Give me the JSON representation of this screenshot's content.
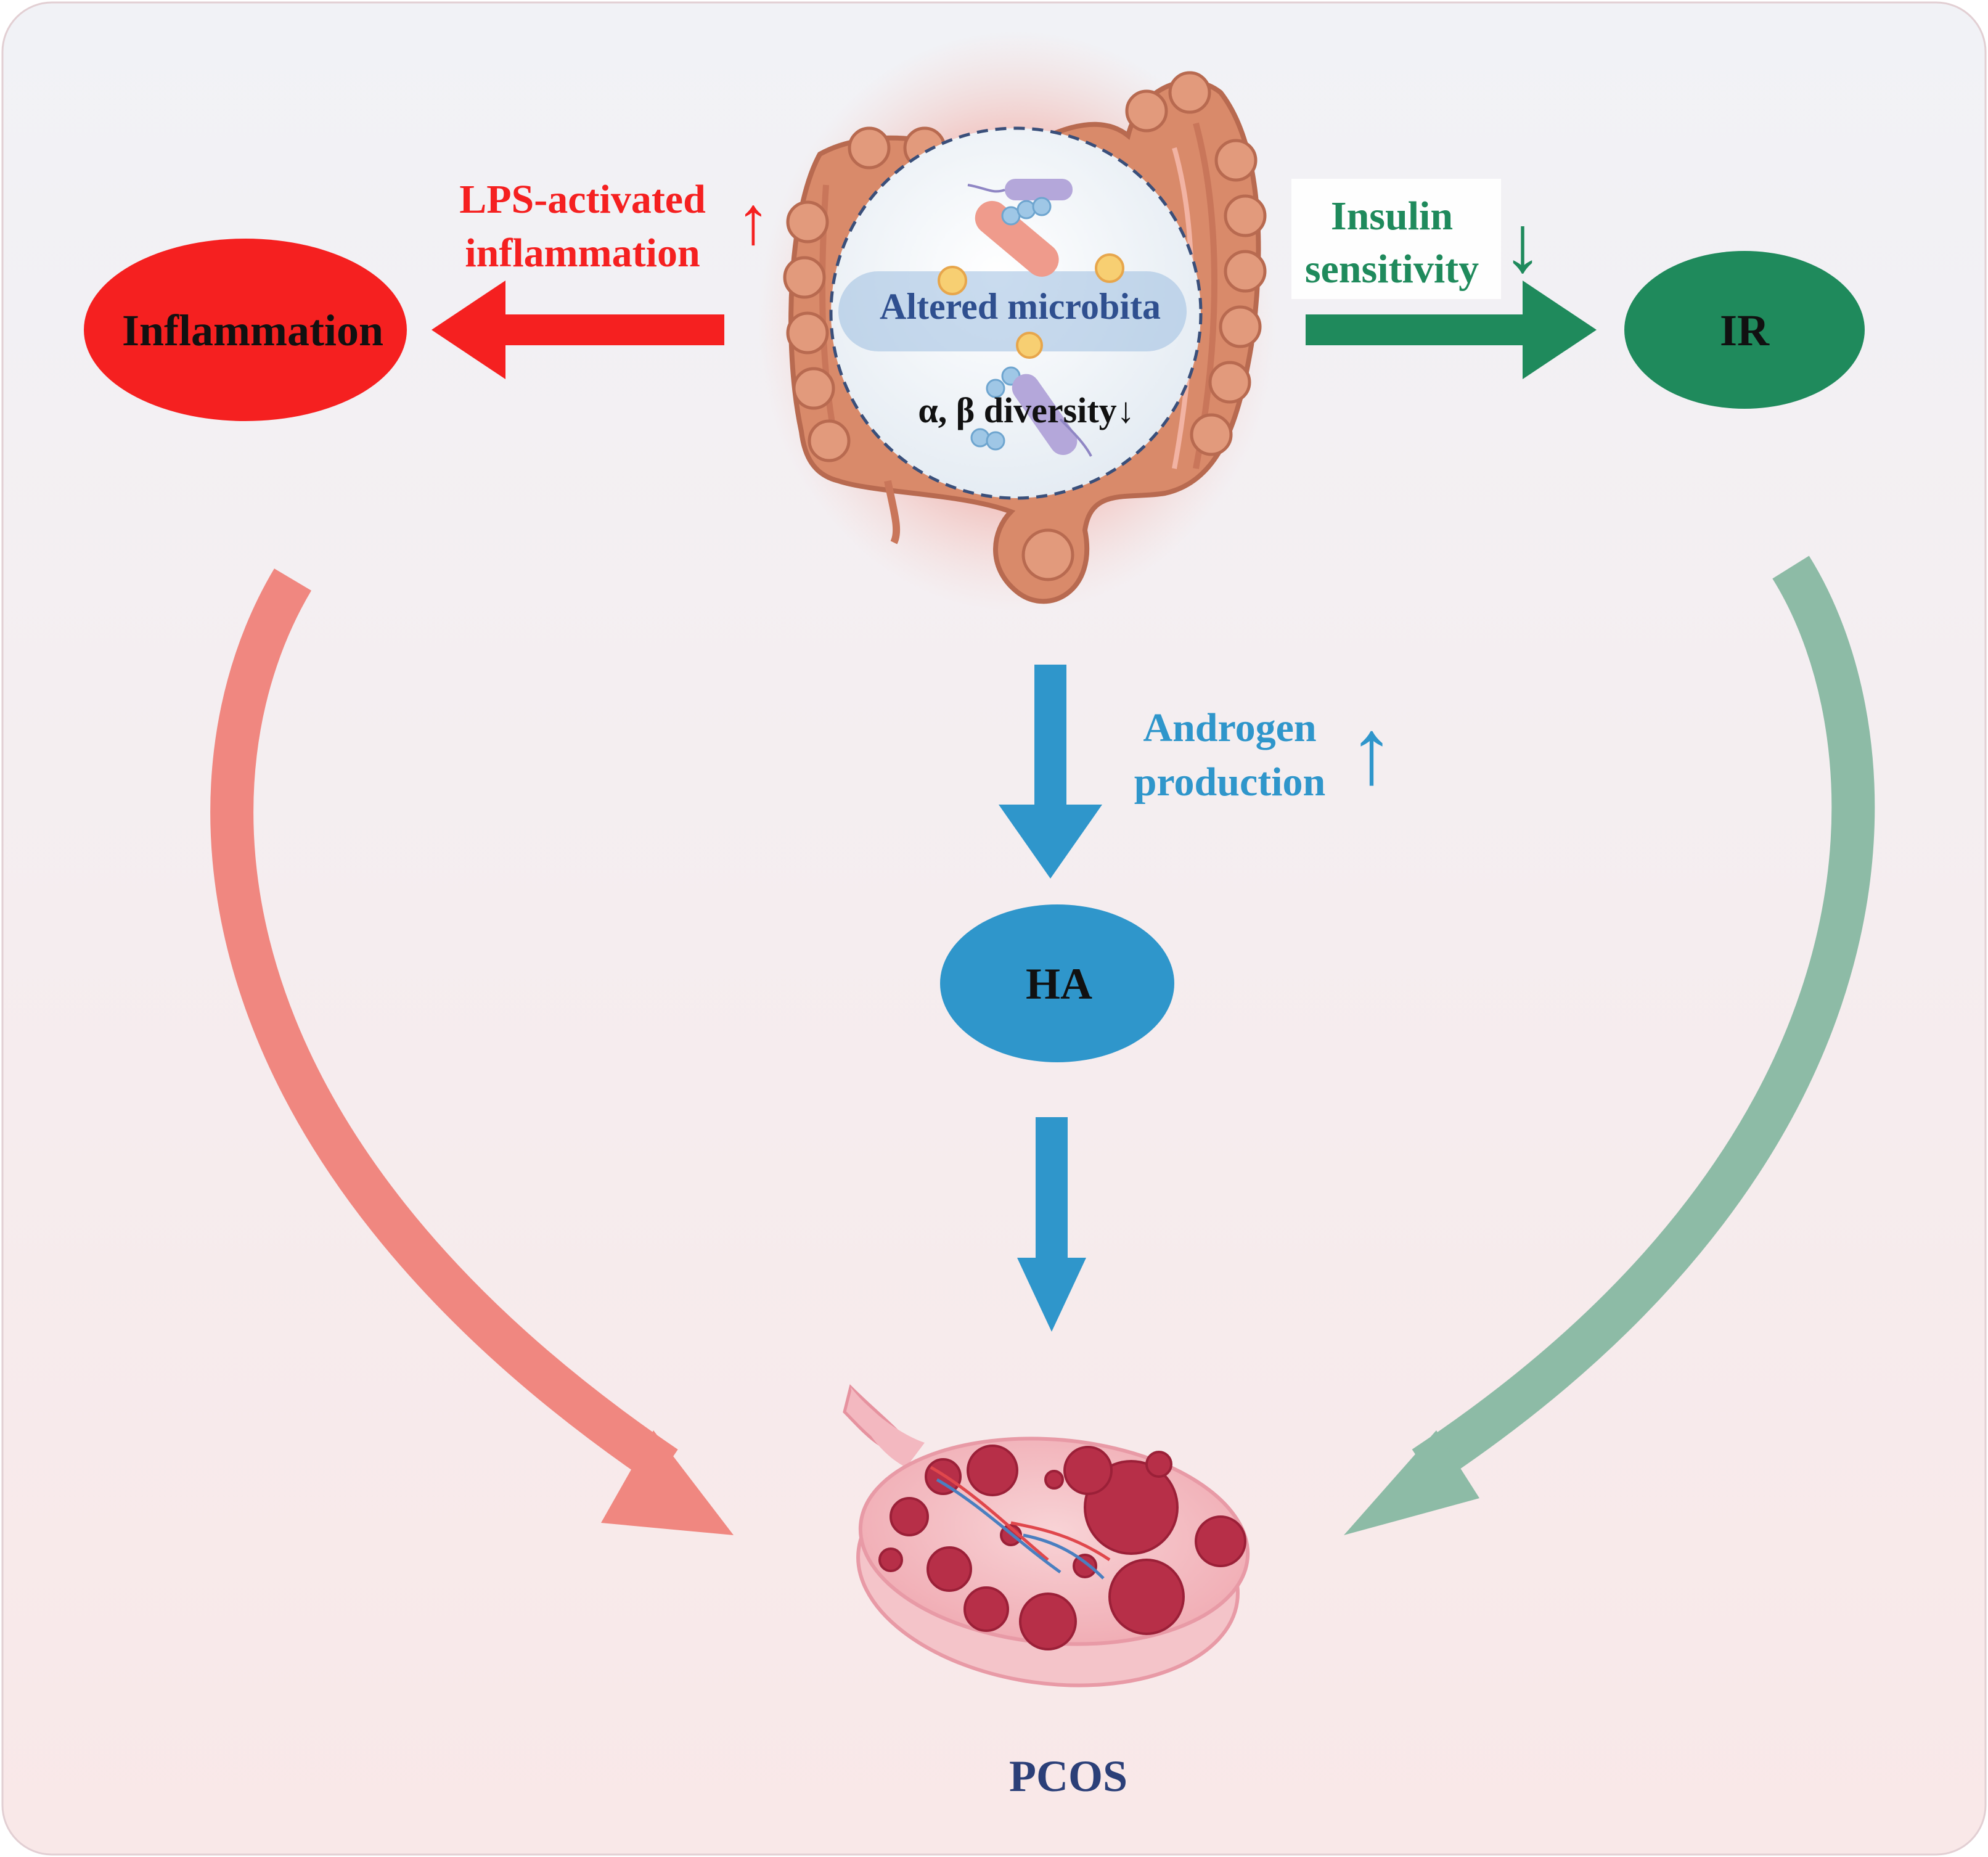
{
  "colors": {
    "inflammation": "#f52020",
    "insulin": "#1f8a5c",
    "androgen": "#2f96cb",
    "pcos_label": "#2b3f78",
    "inflammation_curve": "#f08780",
    "ir_curve": "#8dbba6",
    "microbita_label": "#2f4f8f"
  },
  "nodes": {
    "inflammation": "Inflammation",
    "ir": "IR",
    "ha": "HA",
    "pcos": "PCOS"
  },
  "center": {
    "label": "Altered microbita",
    "diversity": "α, β diversity↓"
  },
  "arrows": {
    "lps_line1": "LPS-activated",
    "lps_line2": "inflammation",
    "lps_symbol": "↑",
    "insulin_line1": "Insulin",
    "insulin_line2": "sensitivity",
    "insulin_symbol": "↓",
    "androgen_line1": "Androgen",
    "androgen_line2": "production",
    "androgen_symbol": "↑"
  },
  "icons": {
    "gut": "large-intestine-icon",
    "ovary": "polycystic-ovary-icon",
    "bacteria": "bacteria-icon"
  }
}
